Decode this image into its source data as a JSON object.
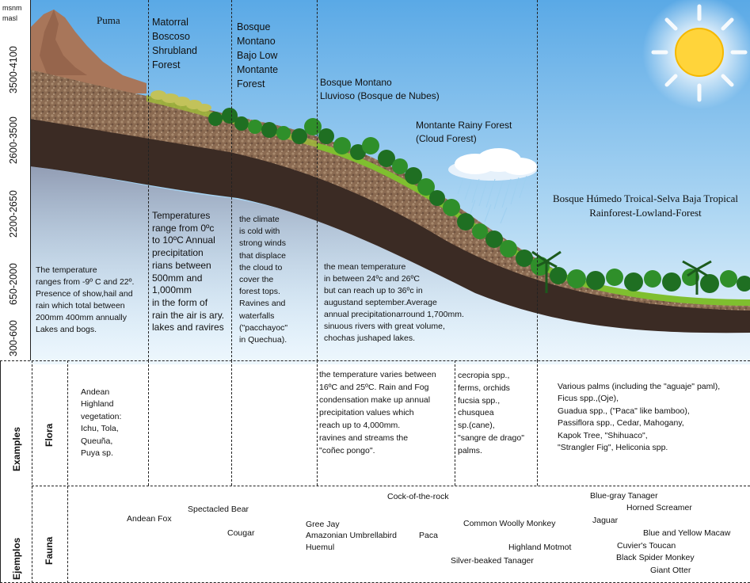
{
  "elevation_axis": {
    "unit_es": "msnm",
    "unit_en": "masl",
    "bands": [
      "3500-4100",
      "2600-3500",
      "2200-2650",
      "650-2000",
      "300-600"
    ]
  },
  "zones": {
    "puma": "Puma",
    "matorral": [
      "Matorral",
      "Boscoso",
      "Shrubland",
      "Forest"
    ],
    "bosque_bajo": [
      "Bosque",
      "Montano",
      "Bajo Low",
      "Montante",
      "Forest"
    ],
    "bosque_lluvioso": [
      "Bosque Montano",
      "Lluvioso (Bosque de Nubes)"
    ],
    "montante_rainy": [
      "Montante Rainy Forest",
      "(Cloud Forest)"
    ],
    "humedo": [
      "Bosque Húmedo Troical-Selva Baja Tropical",
      "Rainforest-Lowland-Forest"
    ]
  },
  "climate": {
    "puma": [
      "The temperature",
      "ranges from -9º C and 22º.",
      "Presence of show,hail and",
      "rain which total between",
      "200mm 400mm annually",
      "Lakes and bogs."
    ],
    "matorral": [
      "Temperatures",
      "range from 0ºc",
      "to 10ºC Annual",
      "precipitation",
      "rians between",
      "500mm and",
      "1,000mm",
      "in the form of",
      "rain the air is ary.",
      "lakes and ravires"
    ],
    "bosque_bajo": [
      "the climate",
      "is cold with",
      "strong winds",
      "that displace",
      "the cloud to",
      "cover the",
      "forest tops.",
      "Ravines and",
      "waterfalls",
      "(\"pacchayoc\"",
      "in Quechua)."
    ],
    "cloud_forest": [
      "the mean  temperature",
      "in between 24ºc  and 26ºC",
      "but can reach up to  36ºc in",
      "augustand  september.Average",
      "annual  precipitationarround 1,700mm.",
      "sinuous rivers with great volume,",
      "chochas jushaped lakes."
    ]
  },
  "row_labels": {
    "examples": "Examples",
    "ejemplos": "Ejemplos",
    "flora": "Flora",
    "fauna": "Fauna"
  },
  "flora": {
    "andean": [
      "Andean",
      "Highland",
      "vegetation:",
      "Ichu, Tola,",
      "Queuña,",
      "Puya sp."
    ],
    "cloud": [
      "the temperature varies between",
      "16ºC and 25ºC. Rain and Fog",
      "condensation make up annual",
      "precipitation values which",
      "reach up to 4,000mm.",
      "ravines and streams the",
      "\"coñec pongo\"."
    ],
    "cecropia": [
      "cecropia spp.,",
      "ferms, orchids",
      "fucsia spp.,",
      "chusquea",
      "sp.(cane),",
      "\"sangre de drago\"",
      "palms."
    ],
    "lowland": [
      "Various palms (including the \"aguaje\" paml),",
      "Ficus spp.,(Oje),",
      "Guadua spp., (\"Paca\" like bamboo),",
      "Passiflora spp., Cedar, Mahogany,",
      "Kapok Tree, \"Shihuaco\",",
      "\"Strangler Fig\", Heliconia spp."
    ]
  },
  "fauna": {
    "spectacled_bear": "Spectacled Bear",
    "andean_fox": "Andean Fox",
    "cougar": "Cougar",
    "cock_of_the_rock": "Cock-of-the-rock",
    "gree_jay": "Gree Jay",
    "umbrellabird": "Amazonian Umbrellabird",
    "paca": "Paca",
    "huemul": "Huemul",
    "woolly_monkey": "Common Woolly Monkey",
    "highland_motmot": "Highland Motmot",
    "tanager_silver": "Silver-beaked Tanager",
    "tanager_blue": "Blue-gray Tanager",
    "horned_screamer": "Horned Screamer",
    "jaguar": "Jaguar",
    "macaw": "Blue and Yellow Macaw",
    "toucan": "Cuvier's Toucan",
    "spider_monkey": "Black Spider Monkey",
    "giant_otter": "Giant Otter"
  },
  "colors": {
    "sky_top": "#5aa9e6",
    "sky_bottom": "#eaf5fc",
    "sun": "#ffd43a",
    "soil": "#8a6a52",
    "soil_dark": "#3a2a22",
    "forest": "#2f8f2a",
    "grass": "#8fbf3a"
  }
}
